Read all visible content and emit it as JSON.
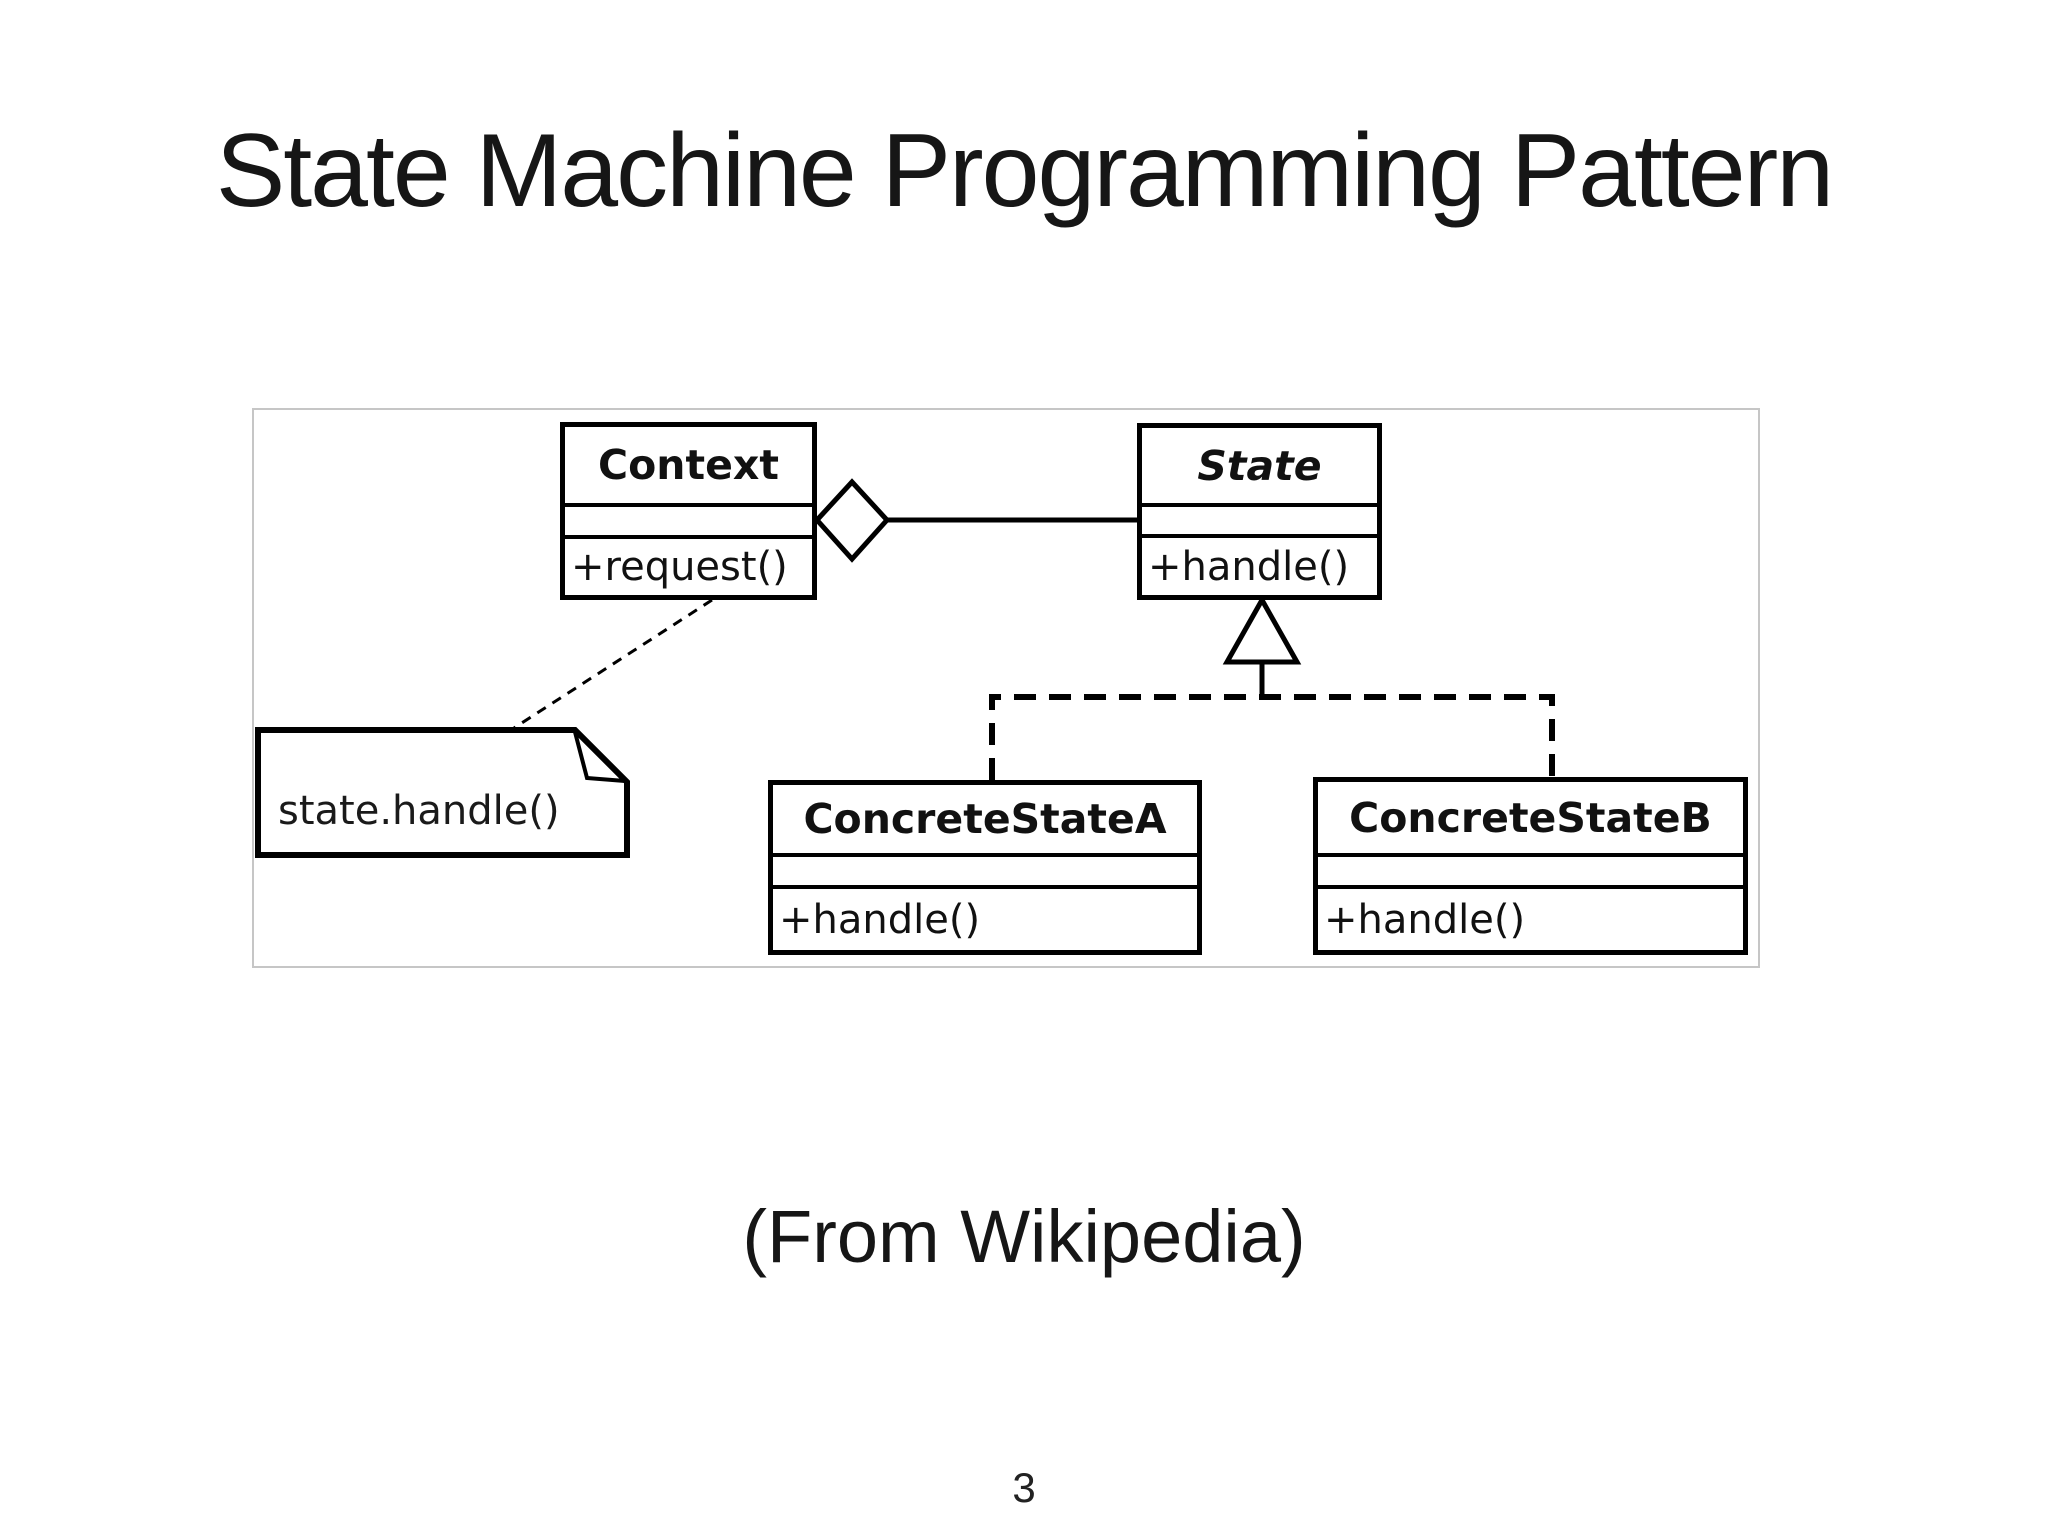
{
  "slide": {
    "title": "State Machine Programming Pattern",
    "caption": "(From Wikipedia)",
    "page_number": "3"
  },
  "diagram": {
    "classes": [
      {
        "name": "Context",
        "name_style": "bold",
        "attributes": "",
        "methods": [
          "+request()"
        ]
      },
      {
        "name": "State",
        "name_style": "bold-italic",
        "attributes": "",
        "methods": [
          "+handle()"
        ]
      },
      {
        "name": "ConcreteStateA",
        "name_style": "bold",
        "attributes": "",
        "methods": [
          "+handle()"
        ]
      },
      {
        "name": "ConcreteStateB",
        "name_style": "bold",
        "attributes": "",
        "methods": [
          "+handle()"
        ]
      }
    ],
    "note": {
      "text": "state.handle()"
    },
    "relationships": [
      {
        "type": "aggregation",
        "from": "Context",
        "to": "State"
      },
      {
        "type": "inheritance",
        "from": "ConcreteStateA",
        "to": "State"
      },
      {
        "type": "inheritance",
        "from": "ConcreteStateB",
        "to": "State"
      },
      {
        "type": "note-anchor",
        "from": "note",
        "to": "Context"
      }
    ],
    "colors": {
      "line": "#000000",
      "frame_border": "#c6c6c6",
      "background": "#ffffff",
      "text": "#111111"
    }
  }
}
